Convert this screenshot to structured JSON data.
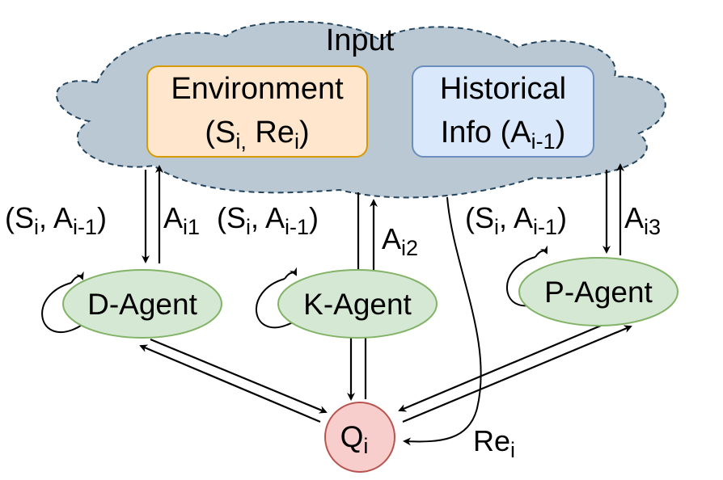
{
  "input": {
    "label": "Input"
  },
  "environment": {
    "line1": "Environment",
    "line2_open": "(S",
    "line2_sub1": "i,",
    "line2_mid": " Re",
    "line2_sub2": "i",
    "line2_close": ")"
  },
  "historical": {
    "line1": "Historical",
    "line2_main": "Info (A",
    "line2_sub": "i-1",
    "line2_close": ")"
  },
  "agents": {
    "d": "D-Agent",
    "k": "K-Agent",
    "p": "P-Agent"
  },
  "q": {
    "main": "Q",
    "sub": "i"
  },
  "edge_labels": {
    "state_open": "(S",
    "state_sub_i": "i",
    "state_mid": ", A",
    "state_sub": "i-1",
    "state_close": ")",
    "a_main": "A",
    "a_d_sub": "i1",
    "a_k_sub": "i2",
    "a_p_sub": "i3",
    "re_main": "Re",
    "re_sub": "i"
  },
  "colors": {
    "cloud_fill": "#bac8d3",
    "cloud_stroke": "#23445d",
    "env_fill": "#ffe6cc",
    "env_stroke": "#d79b00",
    "hist_fill": "#dae8fc",
    "hist_stroke": "#6c8ebf",
    "agent_fill": "#d5e8d4",
    "agent_stroke": "#82b366",
    "q_fill": "#f8cecc",
    "q_stroke": "#b85450"
  }
}
